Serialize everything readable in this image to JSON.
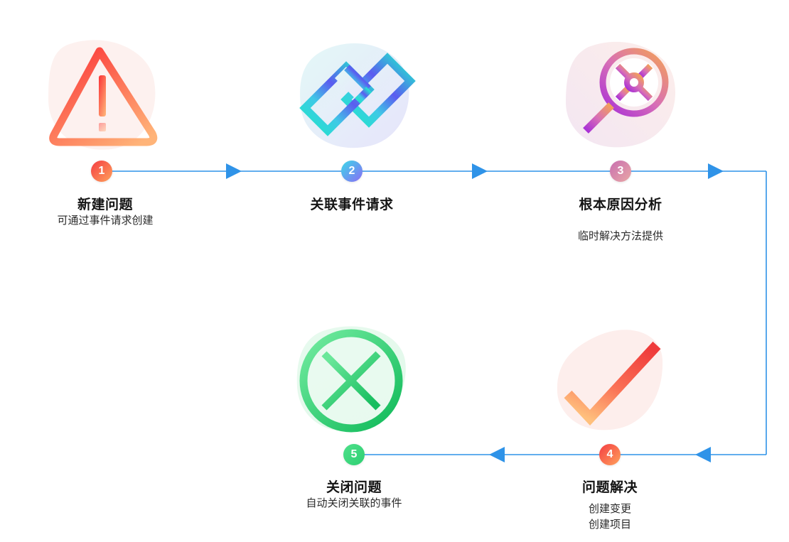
{
  "diagram": {
    "title_text": "",
    "line_color": "#2f93e8",
    "steps": [
      {
        "number": "1",
        "title": "新建问题",
        "subtitles": [
          "可通过事件请求创建"
        ],
        "icon": "warning-triangle-icon",
        "badge_colors": [
          "#f43d43",
          "#ffa25c"
        ],
        "blob_color": "#fdeeec",
        "icon_colors": [
          "#fb3b3b",
          "#ffae6a"
        ]
      },
      {
        "number": "2",
        "title": "关联事件请求",
        "subtitles": [],
        "icon": "chain-link-icon",
        "badge_colors": [
          "#38d8e8",
          "#8b6cf5"
        ],
        "blob_color": "#e0f5fb",
        "icon_colors": [
          "#2ee0d8",
          "#5b5bf0"
        ]
      },
      {
        "number": "3",
        "title": "根本原因分析",
        "subtitles": [
          "临时解决方法提供"
        ],
        "icon": "magnifier-gear-icon",
        "badge_colors": [
          "#c86fb0",
          "#e4a0a8"
        ],
        "blob_color": "#f6eaf4",
        "icon_colors": [
          "#a931d6",
          "#f2994a"
        ]
      },
      {
        "number": "4",
        "title": "问题解决",
        "subtitles": [
          "创建变更",
          "创建项目"
        ],
        "icon": "check-mark-icon",
        "badge_colors": [
          "#f43d43",
          "#ffa25c"
        ],
        "blob_color": "#fdeeec",
        "icon_colors": [
          "#f43d3d",
          "#ffb36a"
        ]
      },
      {
        "number": "5",
        "title": "关闭问题",
        "subtitles": [
          "自动关闭关联的事件"
        ],
        "icon": "close-circle-icon",
        "badge_colors": [
          "#3ddb79",
          "#3ddb79"
        ],
        "blob_color": "#e2f8ea",
        "icon_colors": [
          "#63e38e",
          "#20c463"
        ]
      }
    ]
  }
}
